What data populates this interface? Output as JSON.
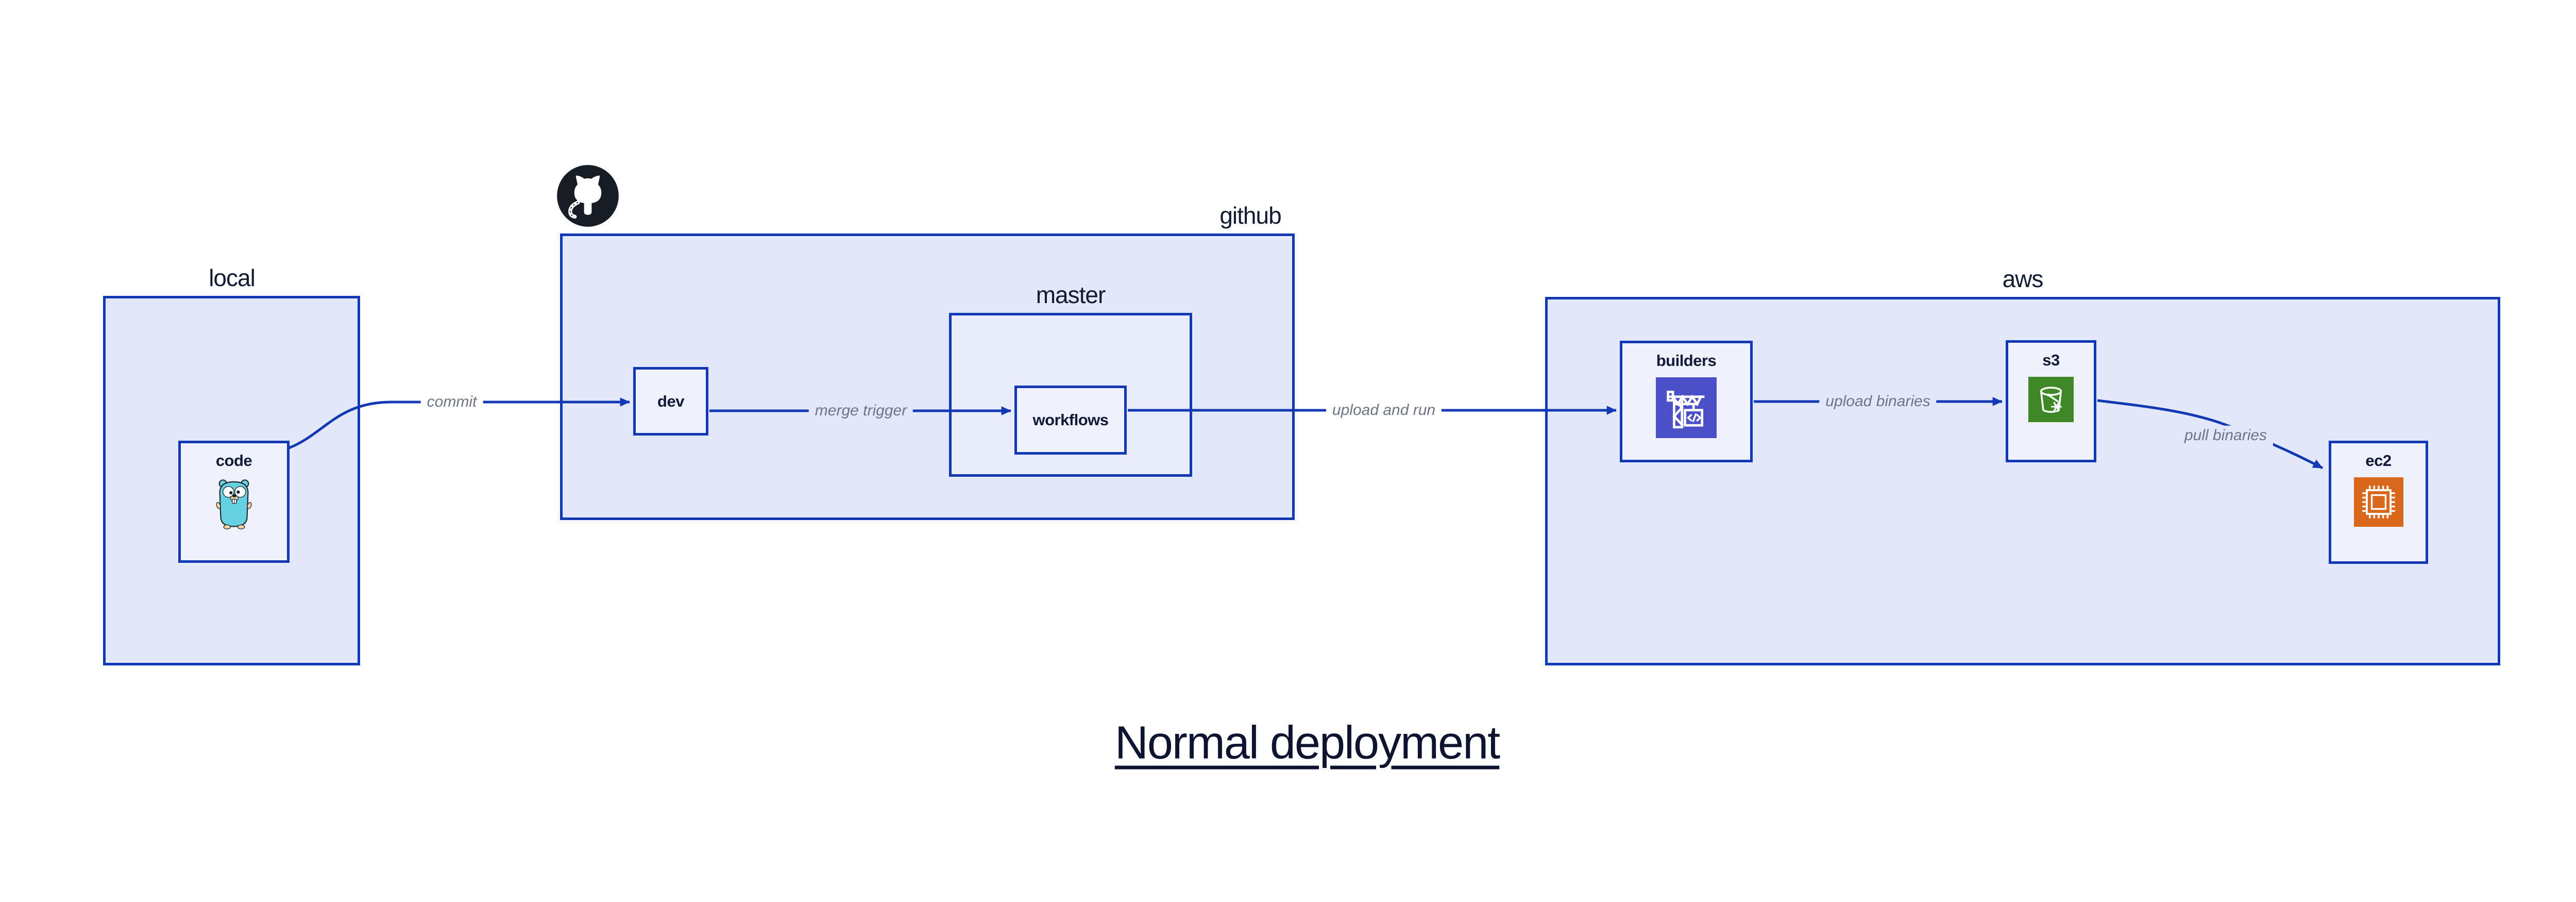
{
  "diagram": {
    "title": "Normal deployment",
    "groups": {
      "local": {
        "label": "local"
      },
      "github": {
        "label": "github"
      },
      "master": {
        "label": "master"
      },
      "aws": {
        "label": "aws"
      }
    },
    "nodes": {
      "code": {
        "label": "code",
        "icon": "go-gopher-icon"
      },
      "dev": {
        "label": "dev"
      },
      "workflows": {
        "label": "workflows"
      },
      "builders": {
        "label": "builders",
        "icon": "build-crane-icon"
      },
      "s3": {
        "label": "s3",
        "icon": "s3-bucket-icon"
      },
      "ec2": {
        "label": "ec2",
        "icon": "cpu-chip-icon"
      }
    },
    "edges": {
      "commit": {
        "label": "commit"
      },
      "merge_trigger": {
        "label": "merge trigger"
      },
      "upload_and_run": {
        "label": "upload and run"
      },
      "upload_binaries": {
        "label": "upload binaries"
      },
      "pull_binaries": {
        "label": "pull binaries"
      }
    },
    "icons": {
      "octocat": "github-octocat-icon"
    },
    "colors": {
      "line_blue": "#1238b4",
      "group_fill": "#e2e8f9",
      "master_fill": "#e9edfb",
      "node_fill": "#eff2fc",
      "label_navy": "#131b33",
      "title_navy": "#0e1430",
      "edge_label_gray": "#6f7585",
      "octocat_black": "#181c24",
      "builders_icon_bg": "#4b50c8",
      "s3_icon_bg": "#3f8727",
      "ec2_icon_bg": "#d9671c",
      "gopher_teal": "#66d1e0",
      "gopher_beige": "#f6d2a2"
    }
  }
}
